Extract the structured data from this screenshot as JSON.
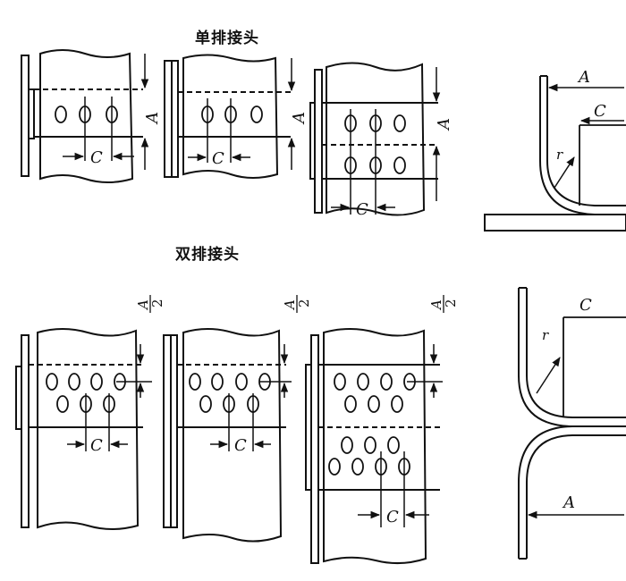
{
  "titles": {
    "single_row": "单排接头",
    "double_row": "双排接头"
  },
  "dimension_labels": {
    "A": "A",
    "C": "C",
    "r": "r",
    "half_num": "A",
    "half_den": "2"
  },
  "colors": {
    "ink": "#111111",
    "background": "#ffffff"
  }
}
